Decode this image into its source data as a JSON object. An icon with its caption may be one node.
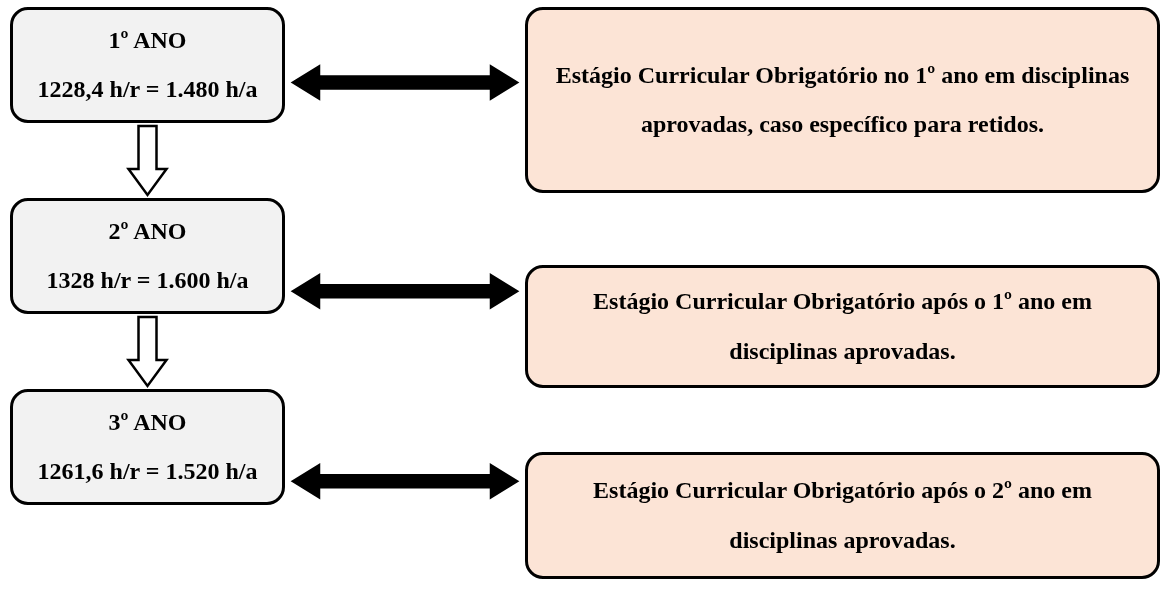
{
  "diagram": {
    "nodes": [
      {
        "text": [
          "1º ANO",
          "1228,4 h/r = 1.480 h/a"
        ]
      },
      {
        "text": [
          "Estágio Curricular Obrigatório no 1º ano em disciplinas aprovadas, caso específico para retidos."
        ]
      },
      {
        "text": [
          "2º ANO",
          "1328 h/r = 1.600 h/a"
        ]
      },
      {
        "text": [
          "Estágio Curricular Obrigatório após o 1º ano em disciplinas aprovadas."
        ]
      },
      {
        "text": [
          "3º ANO",
          "1261,6 h/r = 1.520 h/a"
        ]
      },
      {
        "text": [
          "Estágio Curricular Obrigatório após o 2º ano em disciplinas aprovadas."
        ]
      }
    ],
    "edges": [
      {
        "from": 0,
        "to": 1,
        "arrow": "both",
        "style": "thick"
      },
      {
        "from": 0,
        "to": 2,
        "arrow": "to"
      },
      {
        "from": 2,
        "to": 3,
        "arrow": "both",
        "style": "thick"
      },
      {
        "from": 2,
        "to": 4,
        "arrow": "to"
      },
      {
        "from": 4,
        "to": 5,
        "arrow": "both",
        "style": "thick"
      }
    ]
  }
}
